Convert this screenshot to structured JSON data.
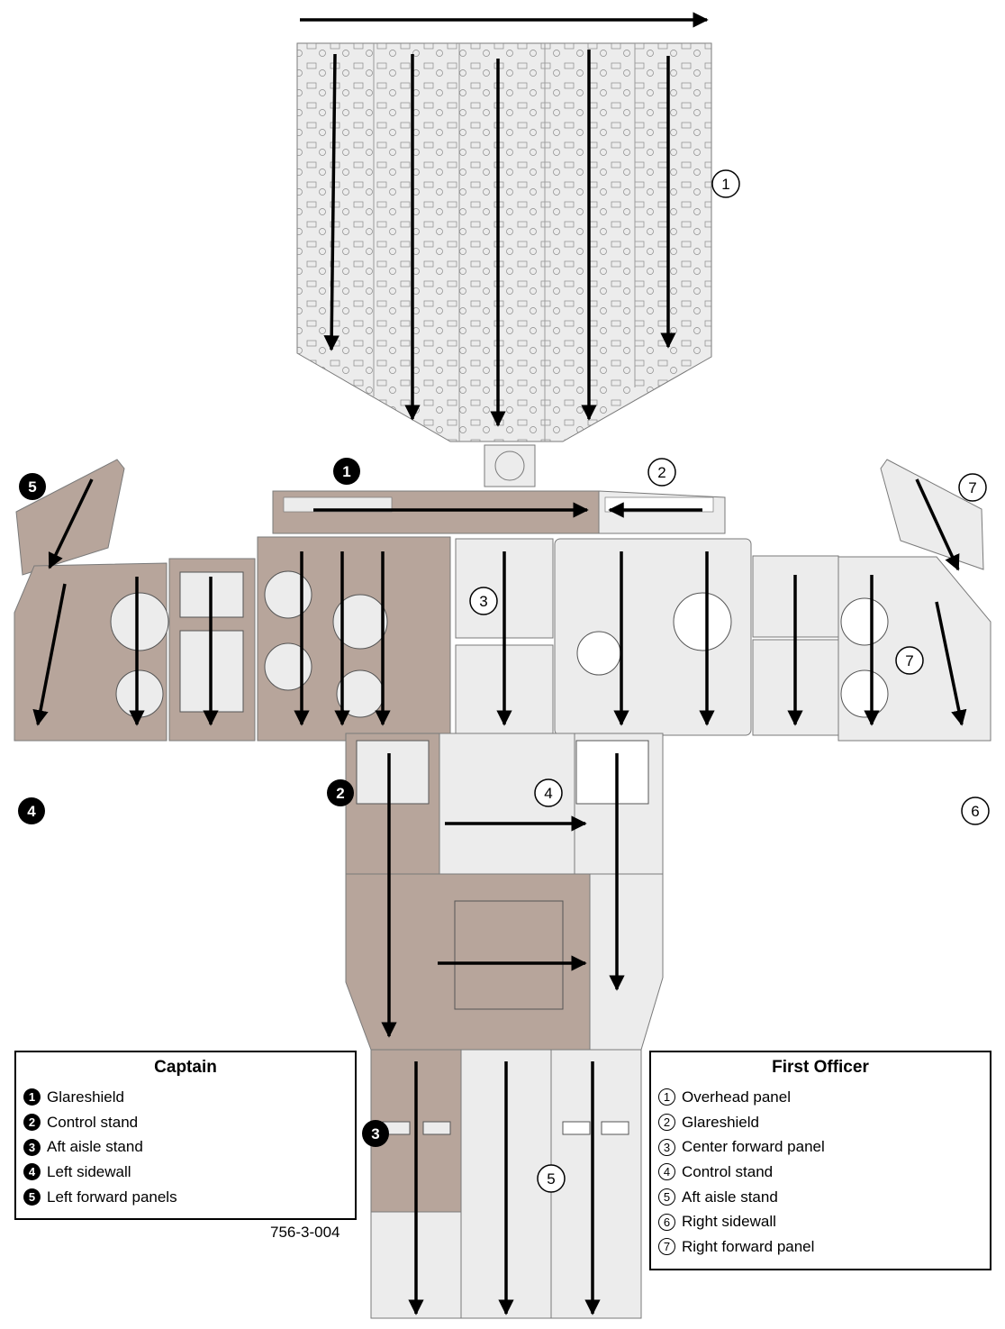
{
  "figure": {
    "id": "756-3-004"
  },
  "captain": {
    "title": "Captain",
    "items": [
      {
        "num": "1",
        "label": "Glareshield"
      },
      {
        "num": "2",
        "label": "Control stand"
      },
      {
        "num": "3",
        "label": "Aft aisle stand"
      },
      {
        "num": "4",
        "label": "Left sidewall"
      },
      {
        "num": "5",
        "label": "Left forward panels"
      }
    ]
  },
  "first_officer": {
    "title": "First Officer",
    "items": [
      {
        "num": "1",
        "label": "Overhead panel"
      },
      {
        "num": "2",
        "label": "Glareshield"
      },
      {
        "num": "3",
        "label": "Center forward panel"
      },
      {
        "num": "4",
        "label": "Control stand"
      },
      {
        "num": "5",
        "label": "Aft aisle stand"
      },
      {
        "num": "6",
        "label": "Right sidewall"
      },
      {
        "num": "7",
        "label": "Right forward panel"
      }
    ]
  },
  "markers": {
    "captain_glareshield": "1",
    "captain_control_stand": "2",
    "captain_aft_aisle": "3",
    "captain_left_sidewall": "4",
    "captain_left_forward": "5",
    "fo_overhead": "1",
    "fo_glareshield": "2",
    "fo_center_forward": "3",
    "fo_control_stand": "4",
    "fo_aft_aisle": "5",
    "fo_right_sidewall": "6",
    "fo_right_forward_top": "7",
    "fo_right_forward": "7"
  },
  "colors": {
    "captain_zone": "#b7a59b",
    "fo_zone": "#ececec",
    "panel_outline": "#7a7a7a",
    "arrow": "#000000"
  }
}
